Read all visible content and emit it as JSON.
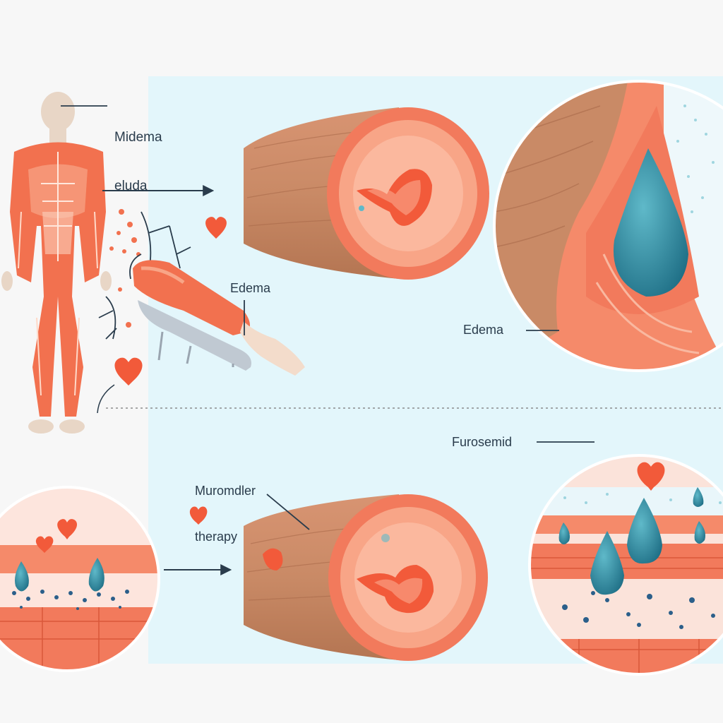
{
  "labels": {
    "body_line1": "Midema",
    "body_line2": "eluda",
    "leg_edema": "Edema",
    "zoom_edema": "Edema",
    "therapy_line1": "Muromdler",
    "therapy_line2": "therapy",
    "furosemid": "Furosemid"
  },
  "colors": {
    "background": "#f7f7f7",
    "panel": "#e3f6fb",
    "muscle": "#f2714f",
    "muscle_light": "#f8a587",
    "tissue_outer": "#c98a66",
    "fluid": "#2e8aa0",
    "heart": "#f25a3a",
    "arrow": "#2a3c4c"
  },
  "icons": [
    "heart-icon",
    "water-drop-icon",
    "arrow-right-icon"
  ]
}
